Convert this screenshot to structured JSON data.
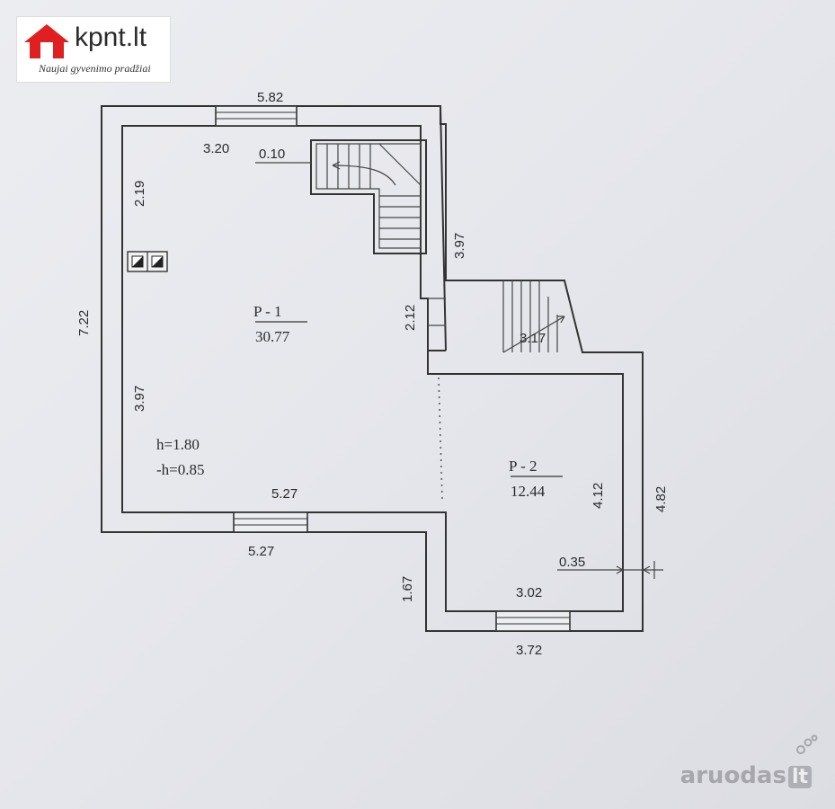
{
  "logo": {
    "text": "kpnt.lt",
    "tagline": "Naujai gyvenimo pradžiai",
    "house_color": "#e02020"
  },
  "rooms": [
    {
      "id": "P - 1",
      "area": "30.77"
    },
    {
      "id": "P - 2",
      "area": "12.44"
    }
  ],
  "heights": {
    "h": "h=1.80",
    "minus_h": "-h=0.85"
  },
  "dimensions": {
    "top_outer": "5.82",
    "top_window": "3.20",
    "stair_gap": "0.10",
    "left_upper": "2.19",
    "left_total": "7.22",
    "left_lower": "3.97",
    "right_upper": "3.97",
    "notch": "2.12",
    "stair_outside": "3.17",
    "p2_inner_right": "4.12",
    "p2_outer_right": "4.82",
    "bottom_inner_p1": "5.27",
    "bottom_outer_p1": "5.27",
    "step_down": "1.67",
    "bottom_inner_p2": "3.02",
    "bottom_outer_p2": "3.72",
    "wall_thickness": "0.35"
  },
  "watermark": {
    "text": "aruodas",
    "suffix": "lt"
  }
}
